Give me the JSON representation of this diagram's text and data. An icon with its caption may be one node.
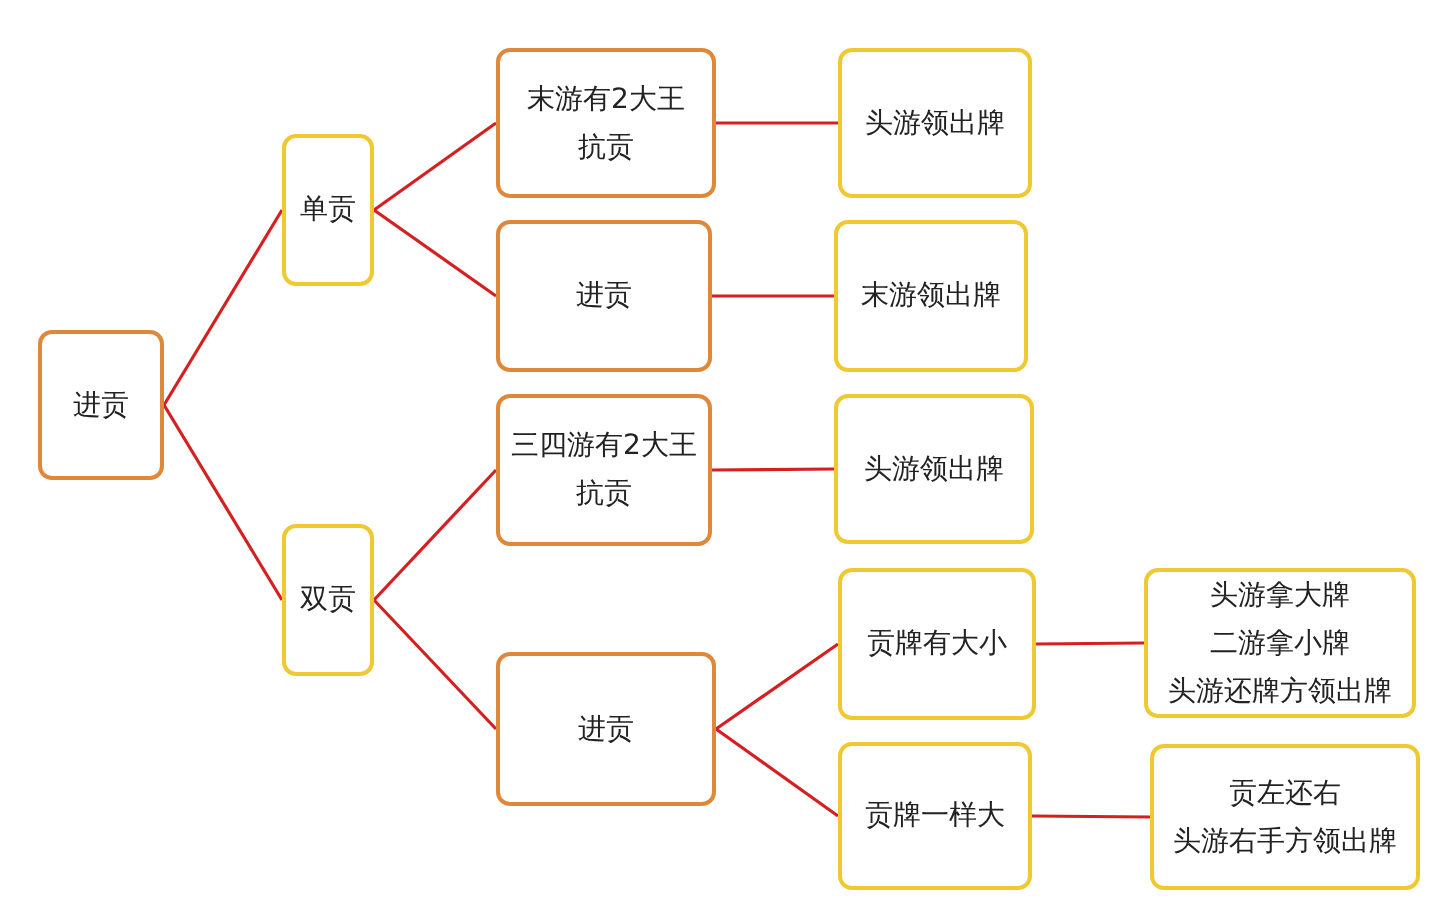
{
  "diagram": {
    "nodes": [
      {
        "text": [
          "进贡"
        ]
      },
      {
        "text": [
          "单贡"
        ]
      },
      {
        "text": [
          "双贡"
        ]
      },
      {
        "text": [
          "末游有2大王抗贡"
        ]
      },
      {
        "text": [
          "进贡"
        ]
      },
      {
        "text": [
          "三四游有2大王抗贡"
        ]
      },
      {
        "text": [
          "进贡"
        ]
      },
      {
        "text": [
          "头游领出牌"
        ]
      },
      {
        "text": [
          "末游领出牌"
        ]
      },
      {
        "text": [
          "头游领出牌"
        ]
      },
      {
        "text": [
          "贡牌有大小"
        ]
      },
      {
        "text": [
          "贡牌一样大"
        ]
      },
      {
        "text": [
          "头游拿大牌",
          "二游拿小牌",
          "头游还牌方领出牌"
        ]
      },
      {
        "text": [
          "贡左还右",
          "头游右手方领出牌"
        ]
      }
    ],
    "edges": [
      {
        "from": 0,
        "to": 1,
        "arrow": "none"
      },
      {
        "from": 0,
        "to": 2,
        "arrow": "none"
      },
      {
        "from": 1,
        "to": 3,
        "arrow": "none"
      },
      {
        "from": 1,
        "to": 4,
        "arrow": "none"
      },
      {
        "from": 2,
        "to": 5,
        "arrow": "none"
      },
      {
        "from": 2,
        "to": 6,
        "arrow": "none"
      },
      {
        "from": 3,
        "to": 7,
        "arrow": "none"
      },
      {
        "from": 4,
        "to": 8,
        "arrow": "none"
      },
      {
        "from": 5,
        "to": 9,
        "arrow": "none"
      },
      {
        "from": 6,
        "to": 10,
        "arrow": "none"
      },
      {
        "from": 6,
        "to": 11,
        "arrow": "none"
      },
      {
        "from": 10,
        "to": 12,
        "arrow": "none"
      },
      {
        "from": 11,
        "to": 13,
        "arrow": "none"
      }
    ]
  }
}
